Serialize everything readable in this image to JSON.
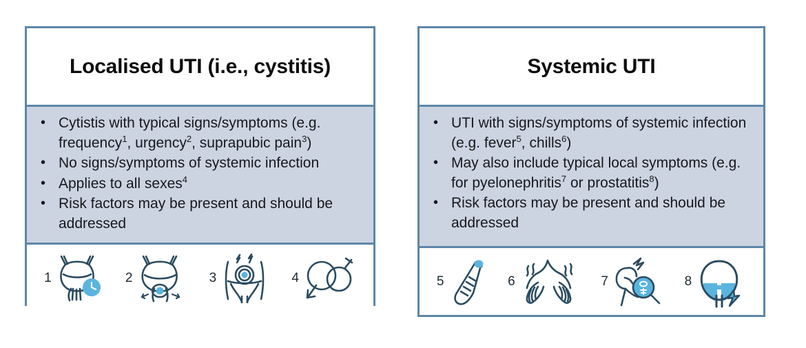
{
  "colors": {
    "border": "#5d86a8",
    "body_background": "#ccd3e1",
    "panel_background": "#ffffff",
    "text": "#16181c",
    "icon_stroke": "#2b4b60",
    "icon_accent": "#5ab4e0",
    "icon_accent_dark": "#3b9bd0"
  },
  "panels": [
    {
      "id": "localised-uti",
      "title": "Localised UTI (i.e., cystitis)",
      "bullets": [
        {
          "parts": [
            {
              "text": "Cytistis with typical signs/symptoms (e.g. frequency"
            },
            {
              "text": "1",
              "sup": true
            },
            {
              "text": ", urgency"
            },
            {
              "text": "2",
              "sup": true
            },
            {
              "text": ", suprapubic pain"
            },
            {
              "text": "3",
              "sup": true
            },
            {
              "text": ")"
            }
          ]
        },
        {
          "parts": [
            {
              "text": "No signs/symptoms of systemic infection"
            }
          ]
        },
        {
          "parts": [
            {
              "text": "Applies to all sexes"
            },
            {
              "text": "4",
              "sup": true
            }
          ]
        },
        {
          "parts": [
            {
              "text": "Risk factors may be present and should be addressed"
            }
          ]
        }
      ],
      "icons": [
        {
          "number": "1",
          "name": "bladder-clock-frequency-icon",
          "glyph": "bladder-clock"
        },
        {
          "number": "2",
          "name": "bladder-urgency-icon",
          "glyph": "bladder-urgency"
        },
        {
          "number": "3",
          "name": "suprapubic-pain-icon",
          "glyph": "suprapubic-pain"
        },
        {
          "number": "4",
          "name": "all-sexes-symbol-icon",
          "glyph": "gender-symbols"
        }
      ]
    },
    {
      "id": "systemic-uti",
      "title": "Systemic UTI",
      "bullets": [
        {
          "parts": [
            {
              "text": "UTI with signs/symptoms of systemic infection (e.g. fever"
            },
            {
              "text": "5",
              "sup": true
            },
            {
              "text": ", chills"
            },
            {
              "text": "6",
              "sup": true
            },
            {
              "text": ")"
            }
          ]
        },
        {
          "parts": [
            {
              "text": "May also include typical local symptoms (e.g. for pyelonephritis"
            },
            {
              "text": "7",
              "sup": true
            },
            {
              "text": " or prostatitis"
            },
            {
              "text": "8",
              "sup": true
            },
            {
              "text": ")"
            }
          ]
        },
        {
          "parts": [
            {
              "text": "Risk factors may be present and should be addressed"
            }
          ]
        }
      ],
      "icons": [
        {
          "number": "5",
          "name": "thermometer-fever-icon",
          "glyph": "thermometer"
        },
        {
          "number": "6",
          "name": "chills-shivering-icon",
          "glyph": "chills"
        },
        {
          "number": "7",
          "name": "kidney-pyelonephritis-icon",
          "glyph": "kidney-magnifier"
        },
        {
          "number": "8",
          "name": "prostate-bladder-icon",
          "glyph": "prostate-bolt"
        }
      ]
    }
  ]
}
